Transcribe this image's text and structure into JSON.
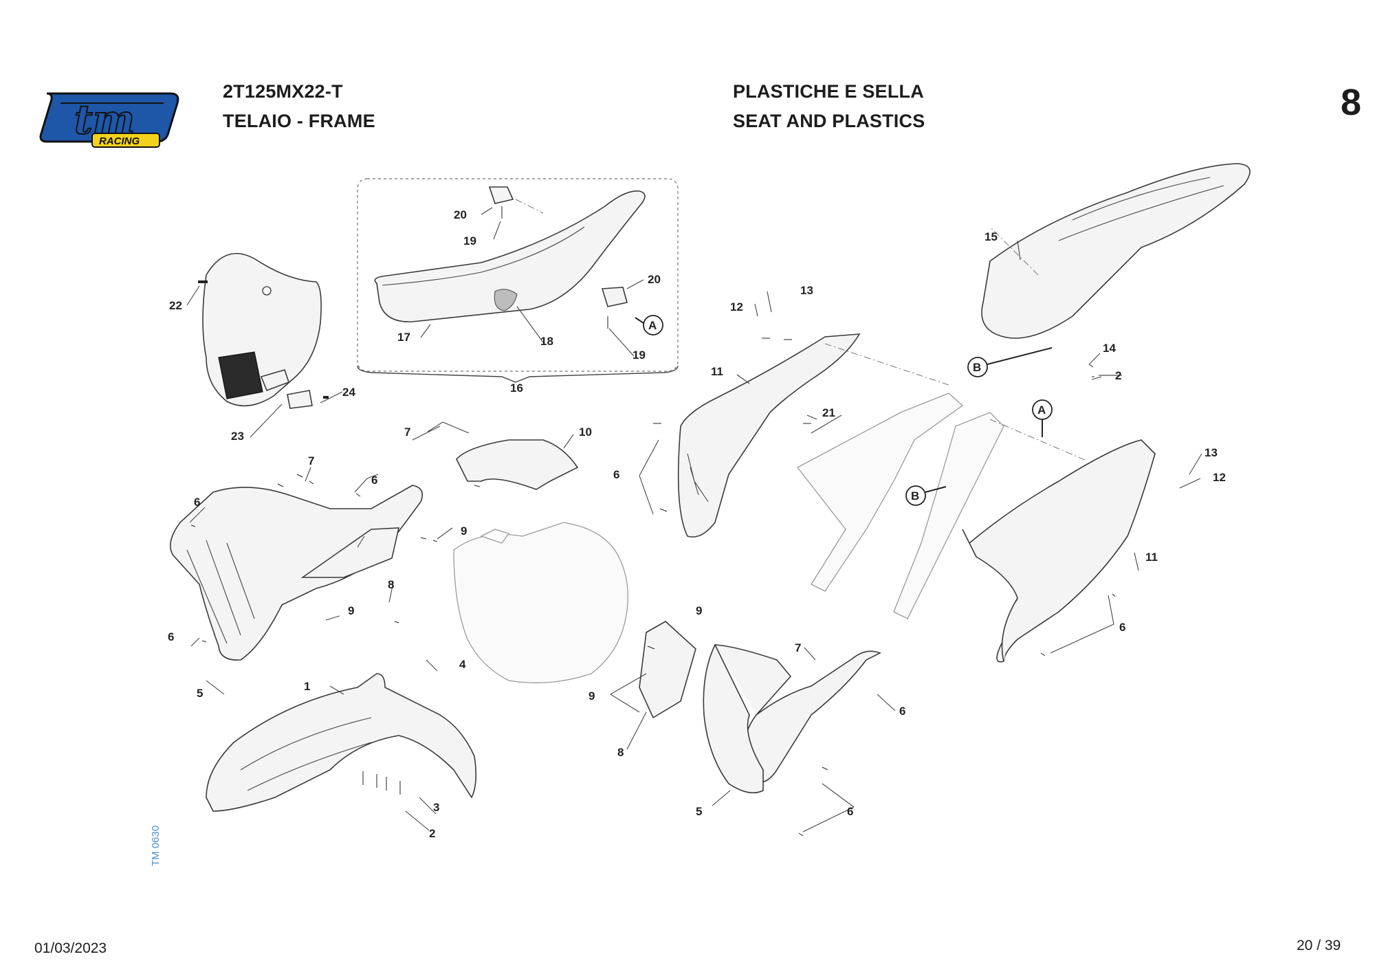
{
  "brand": {
    "logo_text": "tm",
    "logo_sub": "RACING",
    "colors": {
      "blue": "#1e56a8",
      "yellow": "#f3d21c",
      "outline": "#111111"
    }
  },
  "header": {
    "model": "2T125MX22-T",
    "group": "TELAIO - FRAME",
    "title_it": "PLASTICHE E SELLA",
    "title_en": "SEAT AND PLASTICS",
    "page_number": "8"
  },
  "side_code": "TM 0630",
  "footer": {
    "date": "01/03/2023",
    "pagination": "20 / 39"
  },
  "callouts": {
    "c1": "1",
    "c2a": "2",
    "c2b": "2",
    "c3": "3",
    "c4": "4",
    "c5a": "5",
    "c5b": "5",
    "c6a": "6",
    "c6b": "6",
    "c6c": "6",
    "c6d": "6",
    "c6e": "6",
    "c6f": "6",
    "c6g": "6",
    "c7a": "7",
    "c7b": "7",
    "c7c": "7",
    "c8a": "8",
    "c8b": "8",
    "c9a": "9",
    "c9b": "9",
    "c9c": "9",
    "c9d": "9",
    "c10": "10",
    "c11a": "11",
    "c11b": "11",
    "c12a": "12",
    "c12b": "12",
    "c13a": "13",
    "c13b": "13",
    "c14": "14",
    "c15": "15",
    "c16": "16",
    "c17": "17",
    "c18": "18",
    "c19a": "19",
    "c19b": "19",
    "c20a": "20",
    "c20b": "20",
    "c21": "21",
    "c22": "22",
    "c23": "23",
    "c24": "24",
    "refA1": "A",
    "refA2": "A",
    "refB1": "B",
    "refB2": "B"
  }
}
